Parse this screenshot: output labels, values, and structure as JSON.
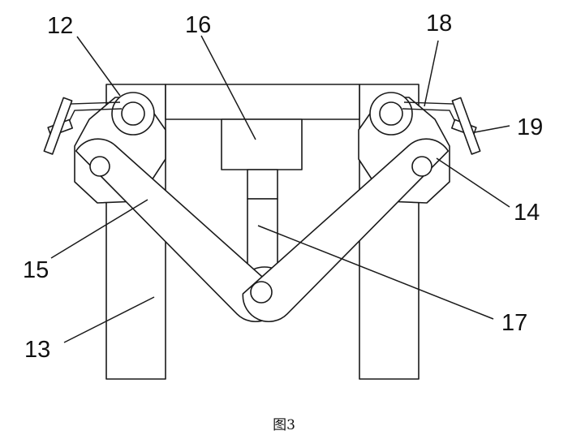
{
  "figure": {
    "caption": "图3",
    "labels": {
      "l12": "12",
      "l13": "13",
      "l14": "14",
      "l15": "15",
      "l16": "16",
      "l17": "17",
      "l18": "18",
      "l19": "19"
    }
  }
}
